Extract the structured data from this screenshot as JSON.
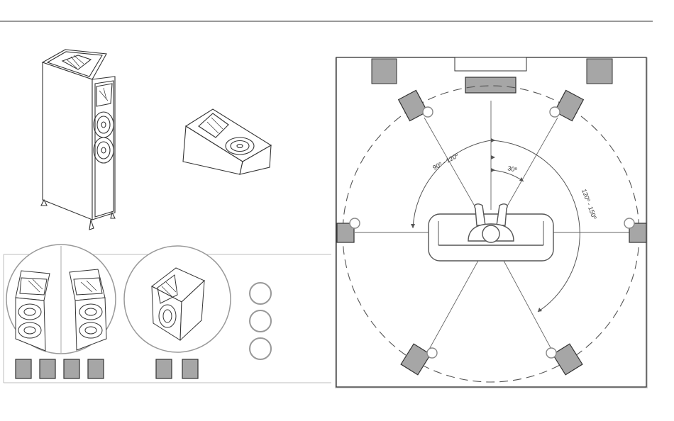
{
  "colors": {
    "line": "#333333",
    "thin": "#777777",
    "speaker_fill": "#a6a6a6",
    "shade": "#cfcfcf",
    "panel_border": "#bdbdbd"
  },
  "angles": {
    "front_label": "30º",
    "side_label": "90º - 120º",
    "rear_label": "120º - 150º"
  },
  "icons": {
    "tower_speaker": "tower-speaker-illustration",
    "elevation_module": "elevation-speaker-illustration",
    "listener": "listener-on-sofa",
    "speaker_marker": "dolby-atmos-circle-marker"
  }
}
